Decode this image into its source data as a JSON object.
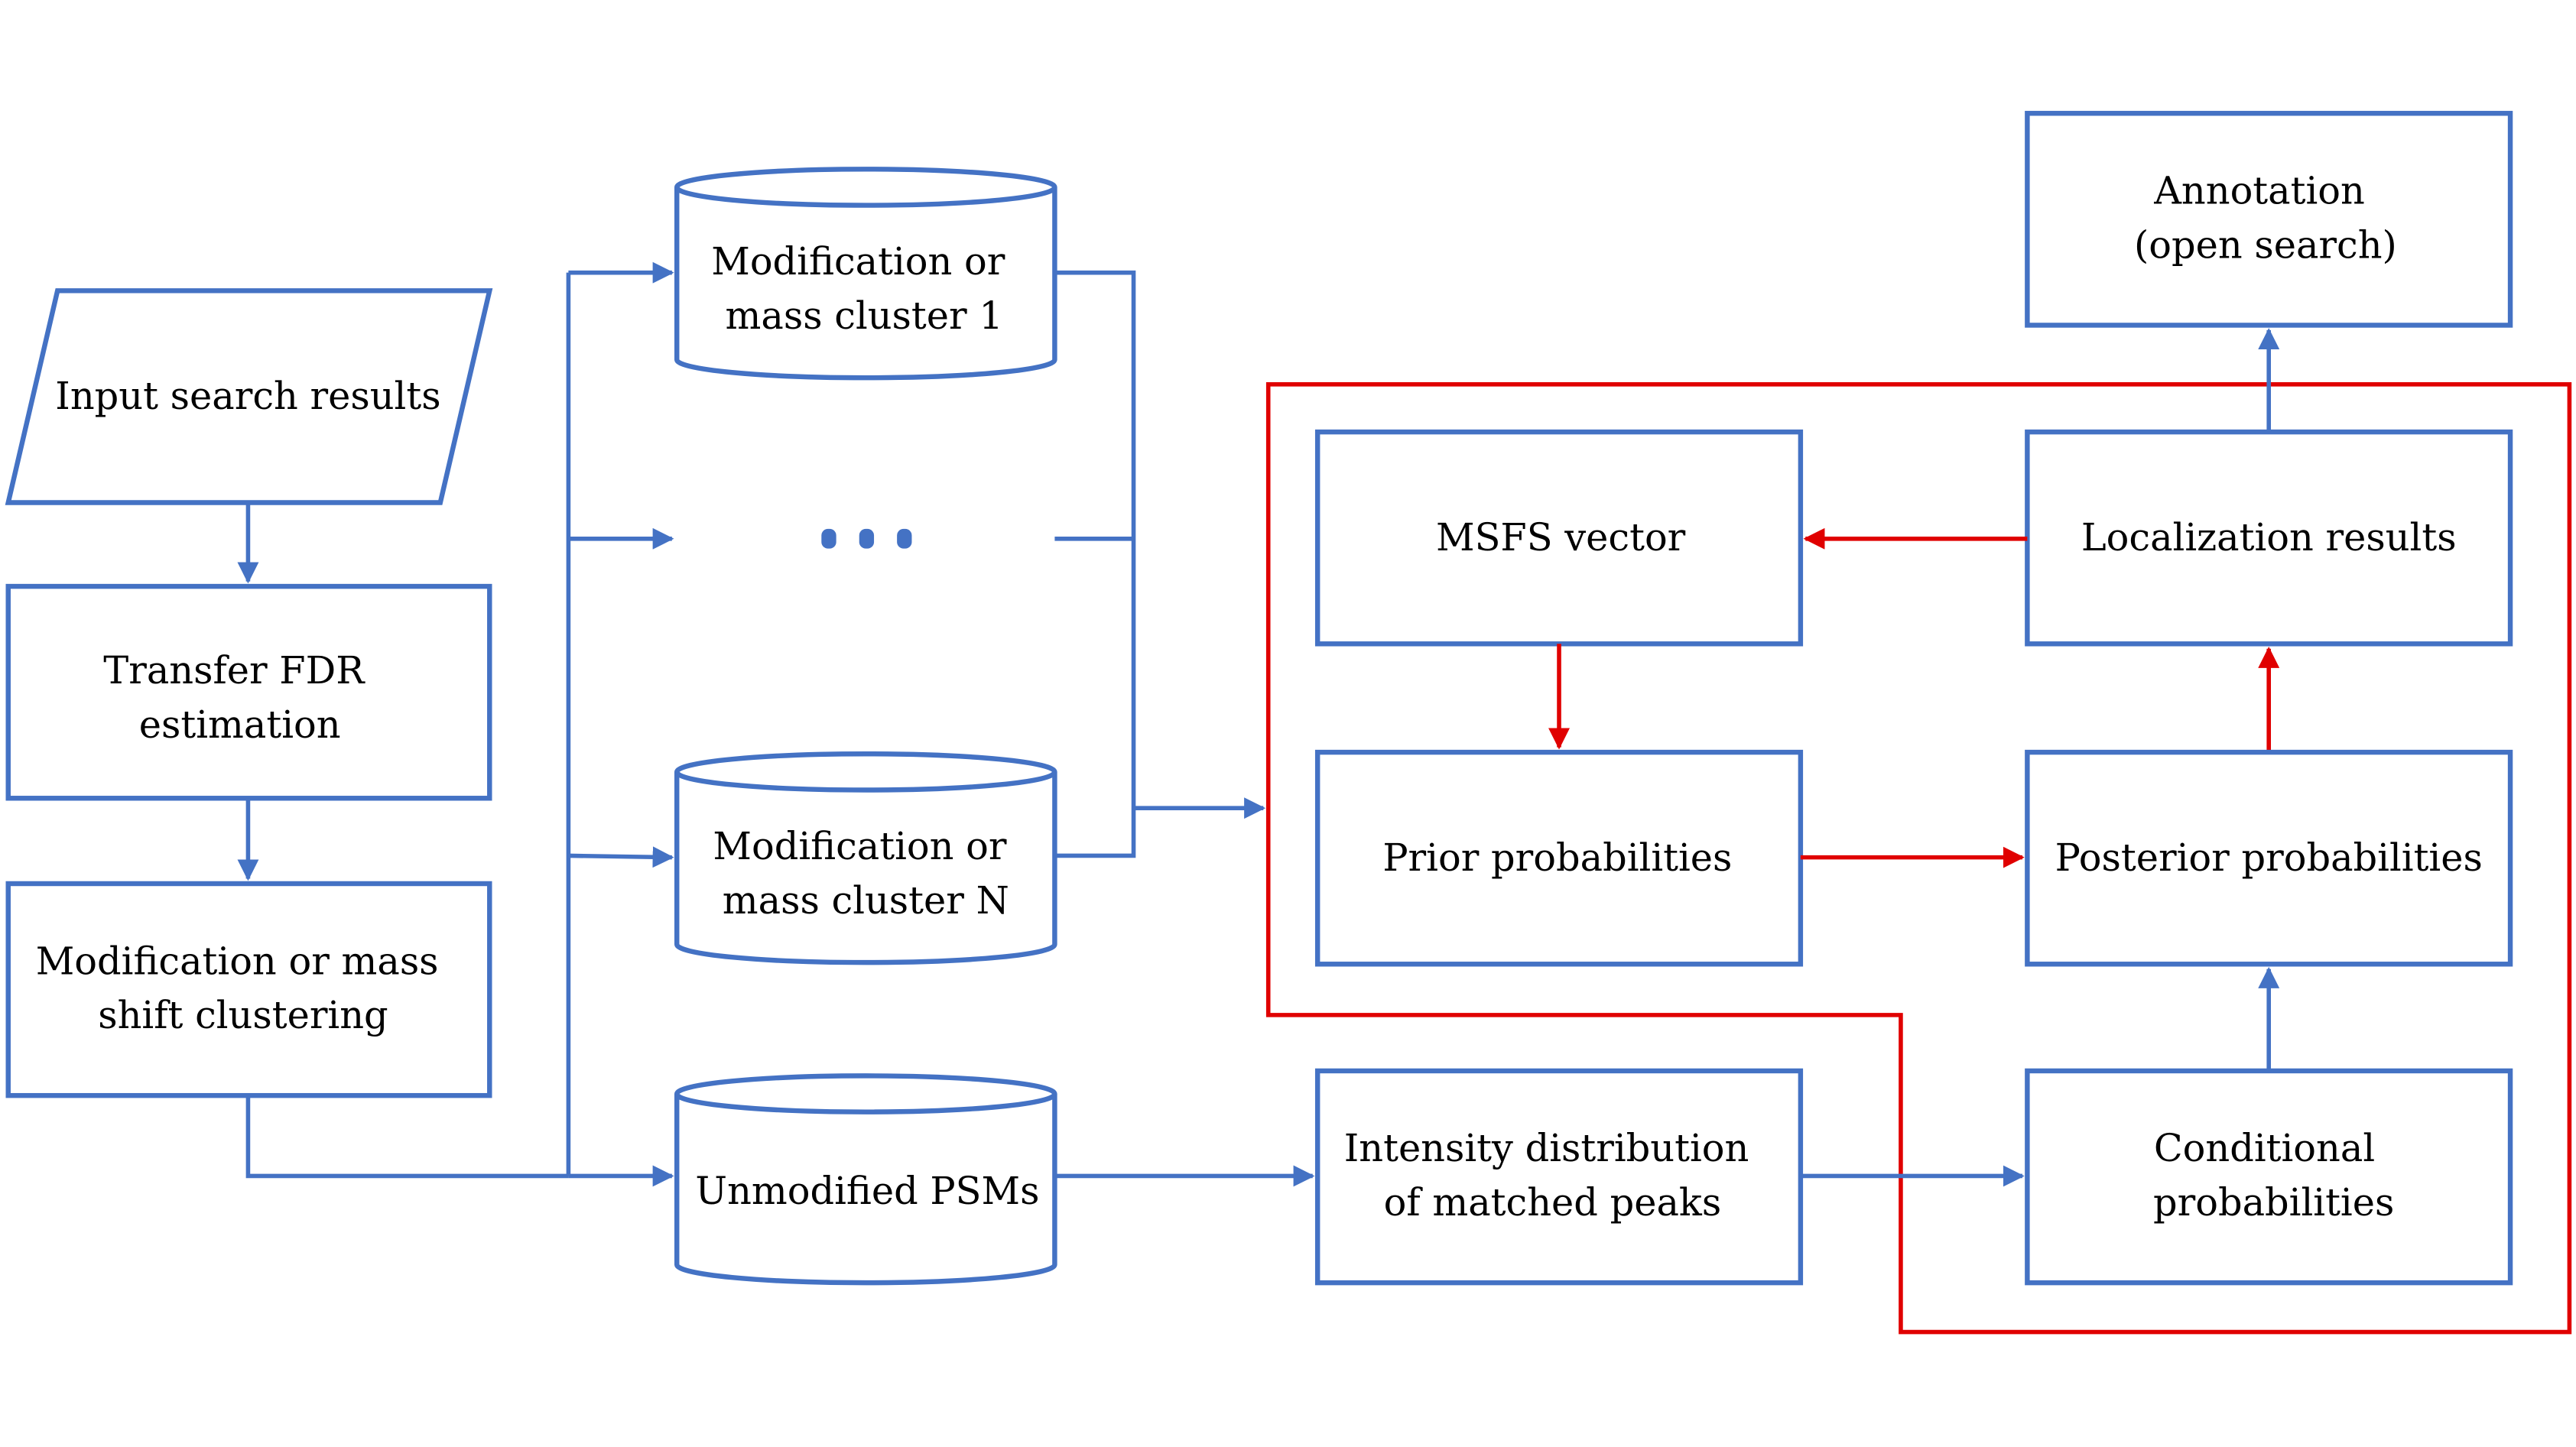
{
  "diagram": {
    "colors": {
      "flow": "#4472C4",
      "loop": "#E00000",
      "text": "#000000"
    },
    "nodes": {
      "input": [
        "Input search results"
      ],
      "transfer_fdr": [
        "Transfer FDR",
        "estimation"
      ],
      "clustering": [
        "Modification or mass",
        "shift clustering"
      ],
      "cluster1": [
        "Modification or",
        "mass cluster 1"
      ],
      "ellipsis": "...",
      "clusterN": [
        "Modification or",
        "mass cluster N"
      ],
      "unmodified": [
        "Unmodified PSMs"
      ],
      "msfs": [
        "MSFS vector"
      ],
      "prior": [
        "Prior probabilities"
      ],
      "intensity": [
        "Intensity distribution",
        "of matched peaks"
      ],
      "localization": [
        "Localization results"
      ],
      "posterior": [
        "Posterior probabilities"
      ],
      "conditional": [
        "Conditional",
        "probabilities"
      ],
      "annotation": [
        "Annotation",
        "(open search)"
      ]
    },
    "edges": [
      {
        "from": "input",
        "to": "transfer_fdr",
        "color": "flow"
      },
      {
        "from": "transfer_fdr",
        "to": "clustering",
        "color": "flow"
      },
      {
        "from": "clustering",
        "to": "cluster1",
        "color": "flow"
      },
      {
        "from": "clustering",
        "to": "ellipsis",
        "color": "flow"
      },
      {
        "from": "clustering",
        "to": "clusterN",
        "color": "flow"
      },
      {
        "from": "clustering",
        "to": "unmodified",
        "color": "flow"
      },
      {
        "from": "clusters",
        "to": "iterative_loop",
        "color": "flow"
      },
      {
        "from": "unmodified",
        "to": "intensity",
        "color": "flow"
      },
      {
        "from": "intensity",
        "to": "conditional",
        "color": "flow"
      },
      {
        "from": "conditional",
        "to": "posterior",
        "color": "flow"
      },
      {
        "from": "msfs",
        "to": "prior",
        "color": "loop"
      },
      {
        "from": "prior",
        "to": "posterior",
        "color": "loop"
      },
      {
        "from": "posterior",
        "to": "localization",
        "color": "loop"
      },
      {
        "from": "localization",
        "to": "msfs",
        "color": "loop"
      },
      {
        "from": "localization",
        "to": "annotation",
        "color": "flow"
      }
    ]
  }
}
